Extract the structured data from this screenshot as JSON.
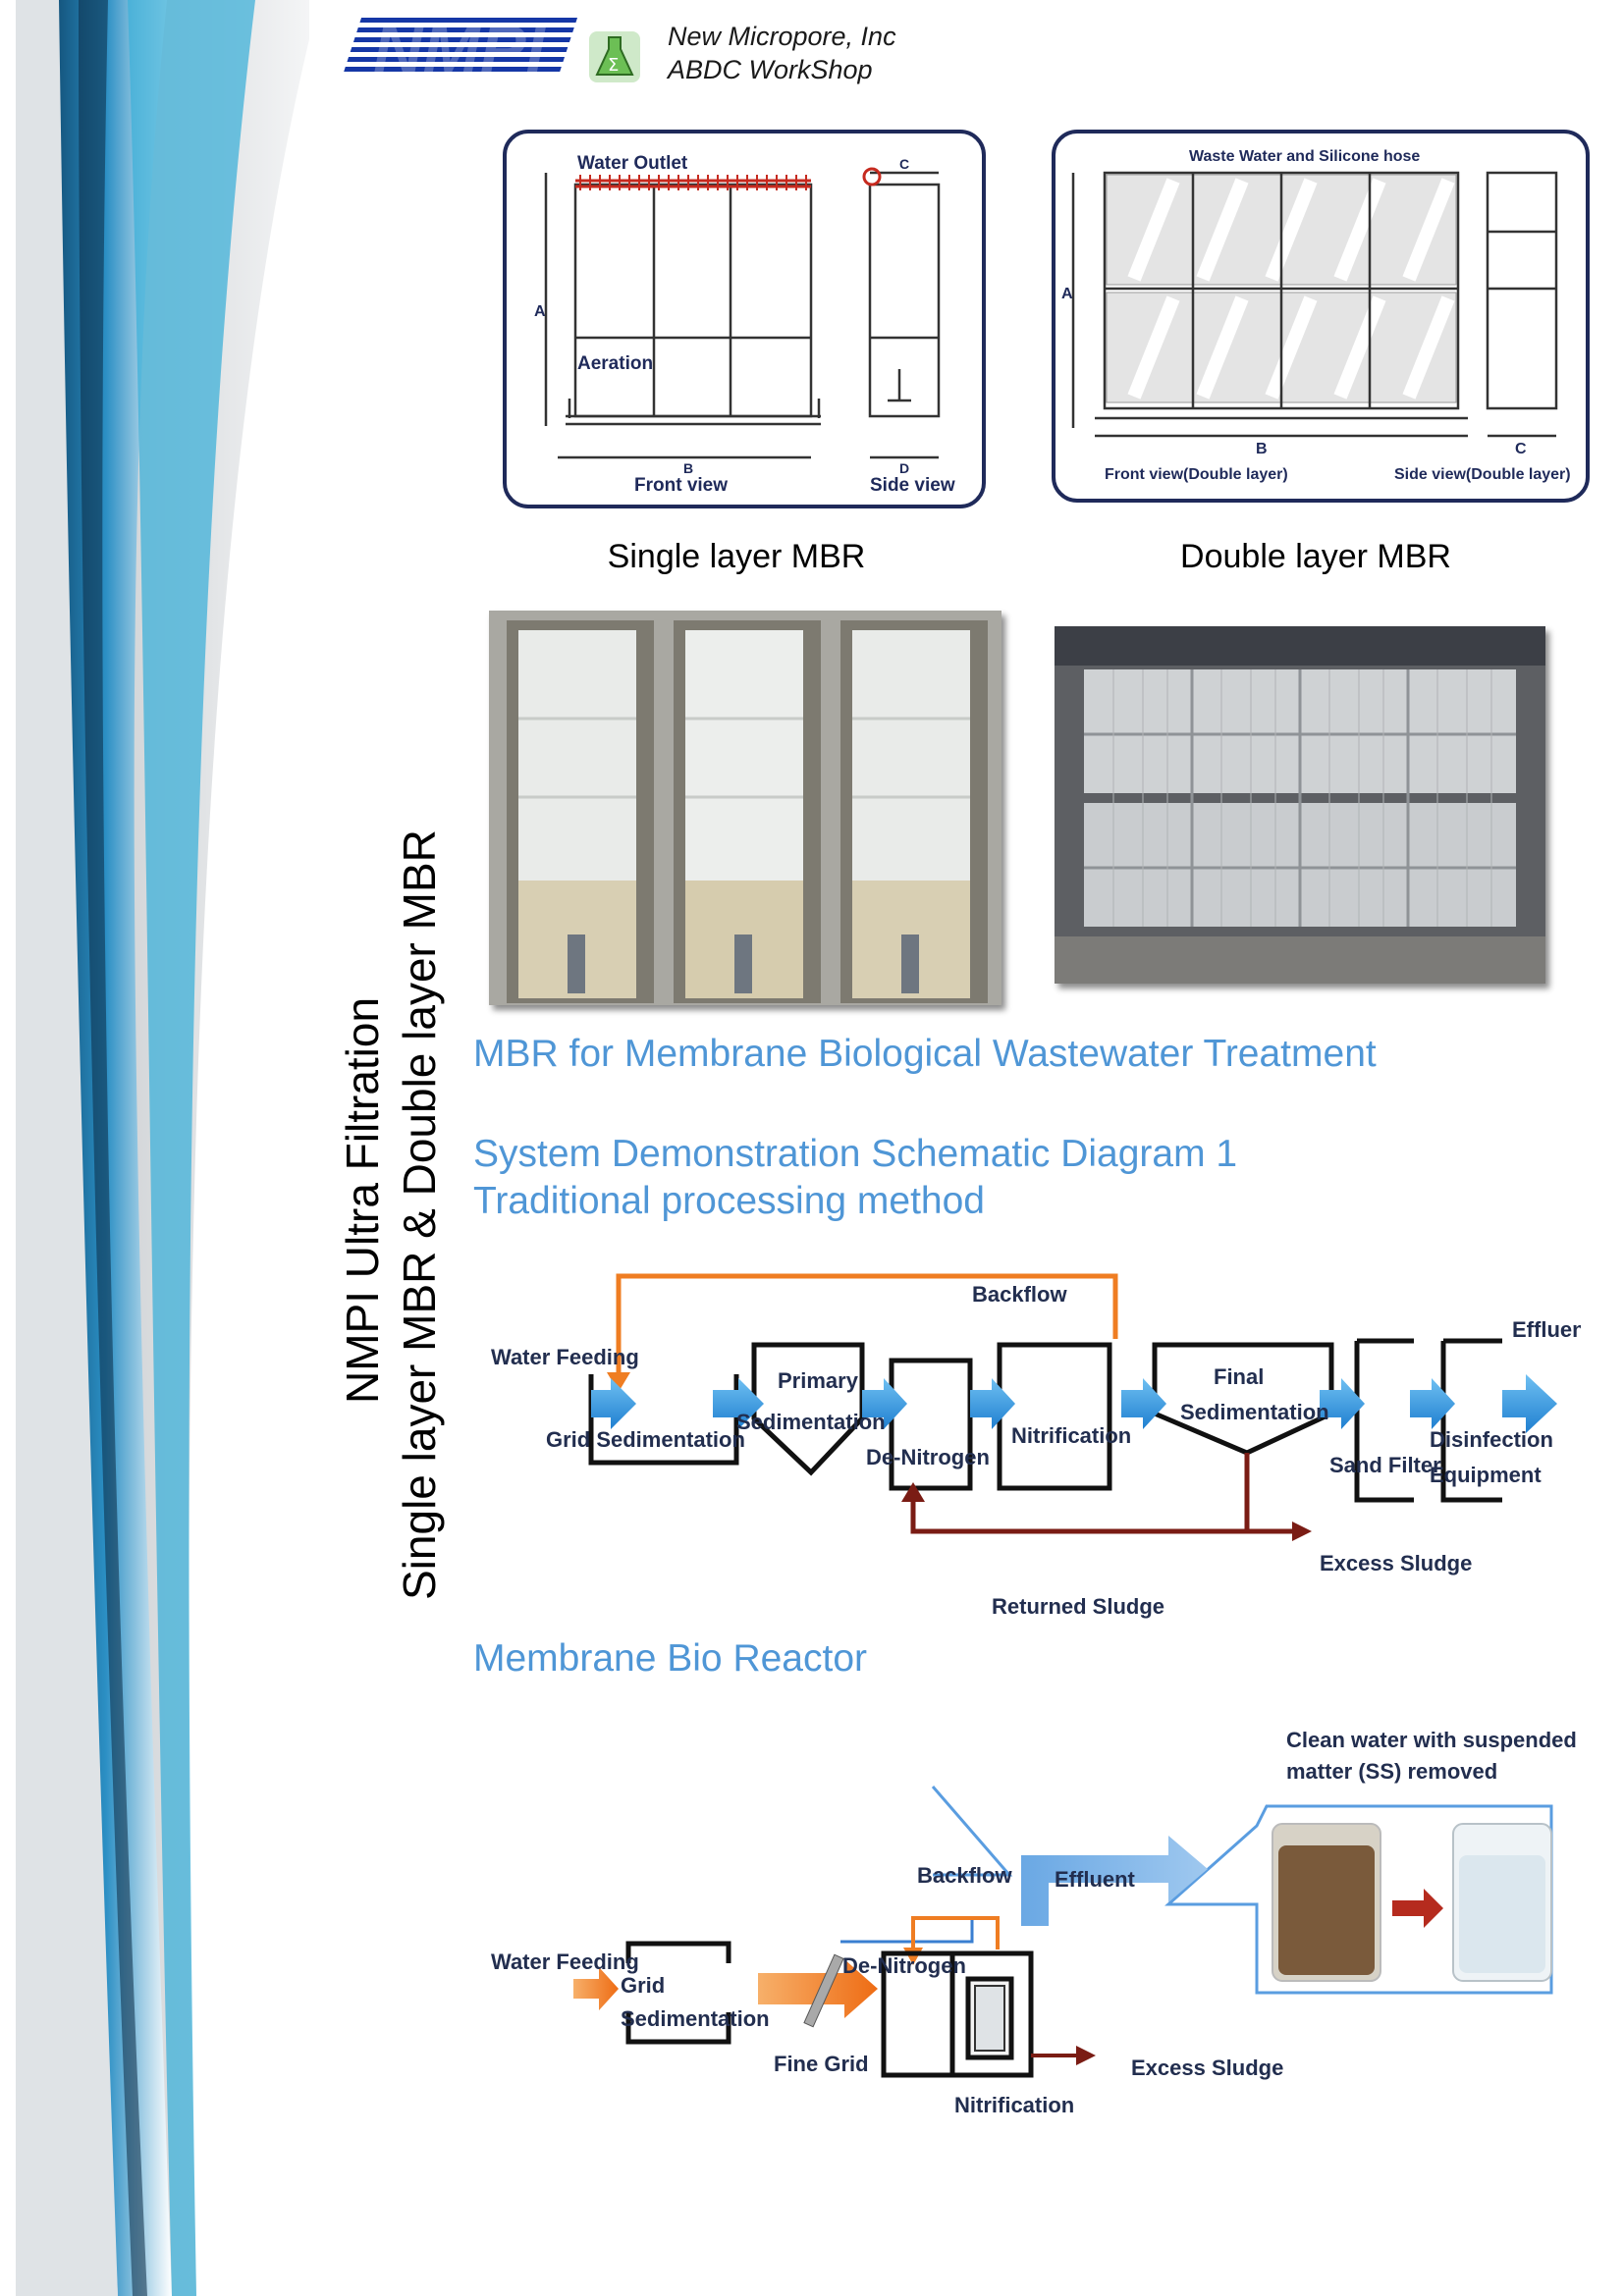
{
  "header": {
    "logo_text": "NMPI",
    "company_line1": "New Micropore, Inc",
    "company_line2": "ABDC WorkShop"
  },
  "side_title": {
    "line1": "NMPI Ultra Filtration",
    "line2": "Single layer MBR & Double layer MBR"
  },
  "single_drawing": {
    "water_outlet": "Water Outlet",
    "aeration": "Aeration",
    "front_view": "Front view",
    "side_view": "Side view",
    "dim_a": "A",
    "dim_b": "B",
    "dim_c": "C",
    "dim_d": "D"
  },
  "double_drawing": {
    "waste_water": "Waste Water and Silicone hose",
    "front_view": "Front view(Double layer)",
    "side_view": "Side view(Double layer)",
    "dim_a": "A",
    "dim_b": "B",
    "dim_c": "C"
  },
  "captions": {
    "single": "Single layer MBR",
    "double": "Double layer MBR"
  },
  "headings": {
    "mbr": "MBR for Membrane Biological Wastewater Treatment",
    "system_line1": "System Demonstration Schematic Diagram 1",
    "system_line2": "Traditional processing method",
    "membrane": "Membrane Bio Reactor"
  },
  "diagram1": {
    "backflow": "Backflow",
    "effluent": "Effluent",
    "water_feeding": "Water Feeding",
    "grid_sedimentation": "Grid Sedimentation",
    "primary": "Primary",
    "sedimentation": "Sedimentation",
    "de_nitrogen": "De-Nitrogen",
    "nitrification": "Nitrification",
    "final": "Final",
    "final_sedimentation": "Sedimentation",
    "sand_filter": "Sand Filter",
    "disinfection": "Disinfection",
    "equipment": "Equipment",
    "excess_sludge": "Excess Sludge",
    "returned_sludge": "Returned Sludge"
  },
  "diagram2": {
    "clean_water_line1": "Clean water with suspended",
    "clean_water_line2": "matter (SS) removed",
    "backflow": "Backflow",
    "effluent": "Effluent",
    "water_feeding": "Water Feeding",
    "de_nitrogen": "De-Nitrogen",
    "grid": "Grid",
    "sedimentation": "Sedimentation",
    "fine_grid": "Fine Grid",
    "excess_sludge": "Excess Sludge",
    "nitrification": "Nitrification"
  },
  "colors": {
    "heading_blue": "#4f96d6",
    "arrow_blue": "#3a9be3",
    "backflow_orange": "#ef7d22",
    "sludge_red": "#7a1c14",
    "logo_blue": "#1537a6"
  }
}
